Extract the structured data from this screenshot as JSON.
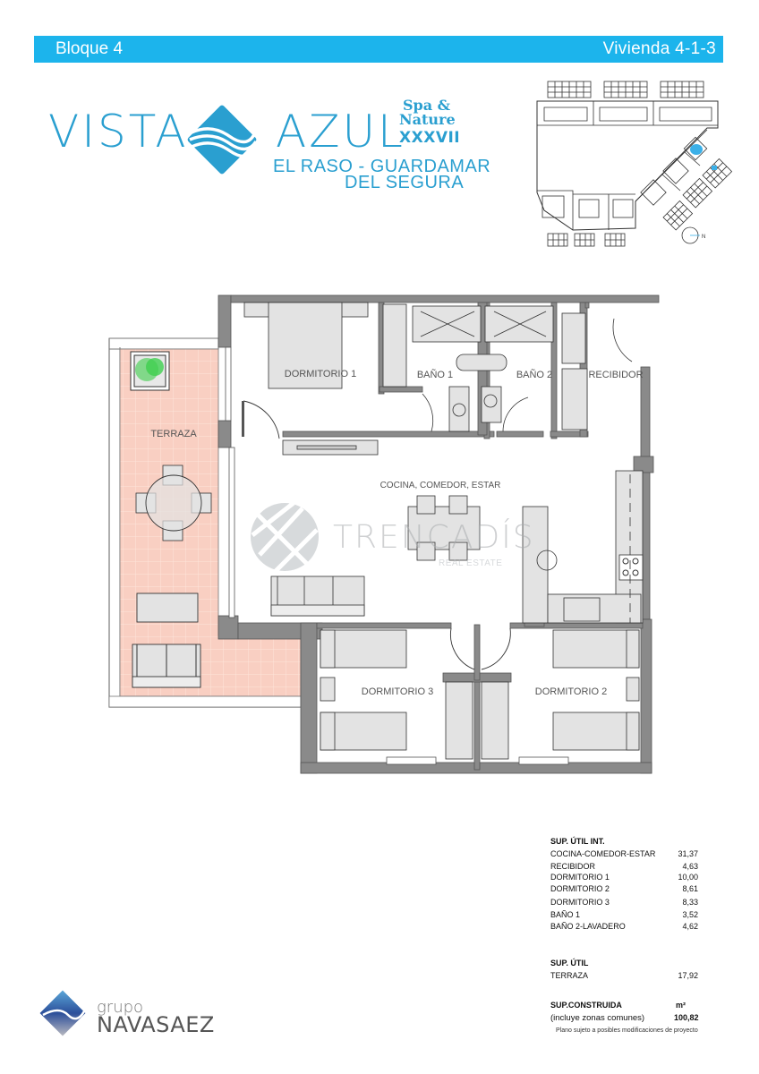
{
  "header": {
    "block": "Bloque 4",
    "unit": "Vivienda  4-1-3",
    "bar_color": "#1cb4ec"
  },
  "logo": {
    "word1": "VISTA",
    "word2": "AZUL",
    "spa_line1": "Spa &",
    "spa_line2": "Nature",
    "roman": "XXXVII",
    "location_line1": "EL RASO - GUARDAMAR",
    "location_line2": "DEL SEGURA",
    "brand_color": "#2a9fd0"
  },
  "site_plan": {
    "compass_label": "N",
    "highlight_color": "#3bb0e8"
  },
  "floor_plan": {
    "rooms": {
      "terraza": "TERRAZA",
      "dormitorio1": "DORMITORIO 1",
      "bano1": "BAÑO 1",
      "bano2": "BAÑO 2",
      "recibidor": "RECIBIDOR",
      "salon": "COCINA, COMEDOR, ESTAR",
      "dormitorio3": "DORMITORIO 3",
      "dormitorio2": "DORMITORIO 2"
    },
    "terrace_color": "#f9cfc2",
    "wall_color": "#8a8a8a",
    "furniture_color": "#e2e2e2"
  },
  "watermark": {
    "name": "TRENCADÍS",
    "sub": "REAL ESTATE"
  },
  "surfaces": {
    "interior_title": "SUP. ÚTIL INT.",
    "interior": [
      {
        "label": "COCINA-COMEDOR-ESTAR",
        "value": "31,37"
      },
      {
        "label": "RECIBIDOR",
        "value": "4,63"
      },
      {
        "label": "DORMITORIO 1",
        "value": "10,00"
      },
      {
        "label": "DORMITORIO 2",
        "value": "8,61"
      },
      {
        "label": "DORMITORIO 3",
        "value": "8,33"
      },
      {
        "label": "BAÑO 1",
        "value": "3,52"
      },
      {
        "label": "BAÑO 2-LAVADERO",
        "value": "4,62"
      }
    ],
    "useful_title": "SUP. ÚTIL",
    "useful": [
      {
        "label": "TERRAZA",
        "value": "17,92"
      }
    ],
    "built_title": "SUP.CONSTRUIDA",
    "built_unit": "m²",
    "built_note": "(incluye zonas comunes)",
    "built_value": "100,82",
    "disclaimer": "Plano sujeto a posibles modificaciones de proyecto"
  },
  "footer": {
    "brand_small": "grupo",
    "brand_large": "NAVASAEZ"
  }
}
